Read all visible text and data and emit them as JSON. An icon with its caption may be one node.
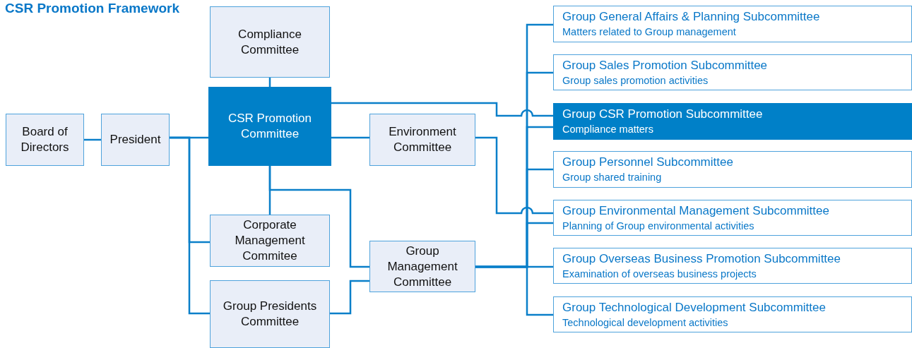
{
  "diagram": {
    "title": "CSR Promotion Framework",
    "nodes": [
      {
        "text": [
          "Board of Directors"
        ]
      },
      {
        "text": [
          "President"
        ]
      },
      {
        "text": [
          "Compliance Committee"
        ]
      },
      {
        "text": [
          "CSR Promotion Committee"
        ]
      },
      {
        "text": [
          "Environment Committee"
        ]
      },
      {
        "text": [
          "Corporate Management Commitee"
        ]
      },
      {
        "text": [
          "Group Management Committee"
        ]
      },
      {
        "text": [
          "Group Presidents Committee"
        ]
      },
      {
        "text": [
          "Group General Affairs & Planning Subcommittee",
          "Matters related to Group management"
        ]
      },
      {
        "text": [
          "Group Sales Promotion Subcommittee",
          "Group sales promotion activities"
        ]
      },
      {
        "text": [
          "Group CSR Promotion Subcommittee",
          "Compliance matters"
        ]
      },
      {
        "text": [
          "Group Personnel Subcommittee",
          "Group shared training"
        ]
      },
      {
        "text": [
          "Group Environmental Management Subcommittee",
          "Planning of Group environmental activities"
        ]
      },
      {
        "text": [
          "Group Overseas Business Promotion Subcommittee",
          "Examination of overseas business projects"
        ]
      },
      {
        "text": [
          "Group Technological Development Subcommittee",
          "Technological development activities"
        ]
      }
    ],
    "edges": [
      {
        "from": 0,
        "to": 1,
        "arrow": "none"
      },
      {
        "from": 1,
        "to": 3,
        "arrow": "none"
      },
      {
        "from": 3,
        "to": 2,
        "arrow": "none"
      },
      {
        "from": 1,
        "to": 5,
        "arrow": "none"
      },
      {
        "from": 1,
        "to": 7,
        "arrow": "none"
      },
      {
        "from": 3,
        "to": 4,
        "arrow": "none"
      },
      {
        "from": 3,
        "to": 5,
        "arrow": "none"
      },
      {
        "from": 3,
        "to": 6,
        "arrow": "none"
      },
      {
        "from": 7,
        "to": 6,
        "arrow": "none"
      },
      {
        "from": 3,
        "to": 10,
        "arrow": "none"
      },
      {
        "from": 4,
        "to": 12,
        "arrow": "none"
      },
      {
        "from": 6,
        "to": 8,
        "arrow": "none"
      },
      {
        "from": 6,
        "to": 9,
        "arrow": "none"
      },
      {
        "from": 6,
        "to": 10,
        "arrow": "none"
      },
      {
        "from": 6,
        "to": 11,
        "arrow": "none"
      },
      {
        "from": 6,
        "to": 12,
        "arrow": "none"
      },
      {
        "from": 6,
        "to": 13,
        "arrow": "none"
      },
      {
        "from": 6,
        "to": 14,
        "arrow": "none"
      }
    ]
  }
}
